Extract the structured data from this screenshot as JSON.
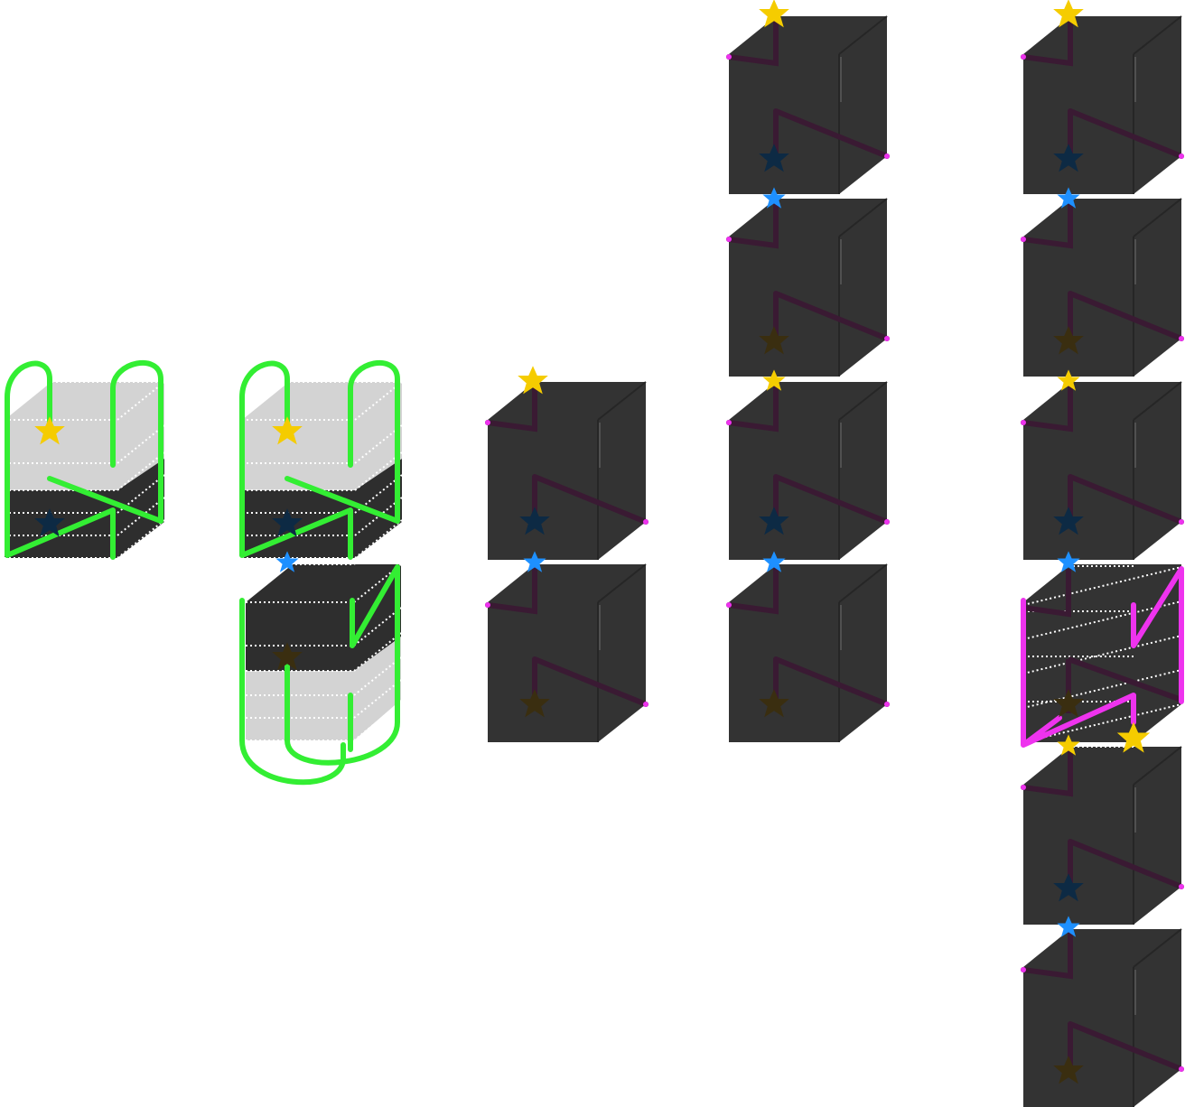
{
  "figure": {
    "colors": {
      "background": "#ffffff",
      "cube_front": "#333333",
      "cube_side": "#2a2a2a",
      "cube_top": "#3a3a3a",
      "unfolded_light": "#d3d3d3",
      "unfolded_dark": "#2e2e2e",
      "dotted_line": "#ffffff",
      "green_path": "#33ee33",
      "magenta_path": "#ee33ee",
      "dark_path": "#3a1a33",
      "star_yellow": "#f5cc00",
      "star_blue": "#1e90ff",
      "star_dark_blue": "#0d2a44",
      "star_dark_yellow": "#3a2e10"
    },
    "panels": [
      {
        "id": "panel-1",
        "kind": "unfolded-cube",
        "cubes": 1
      },
      {
        "id": "panel-2",
        "kind": "unfolded-cube",
        "cubes": 2
      },
      {
        "id": "panel-3",
        "kind": "cube-stack",
        "cubes": 2
      },
      {
        "id": "panel-4",
        "kind": "cube-stack",
        "cubes": 4
      },
      {
        "id": "panel-5",
        "kind": "cube-stack",
        "cubes": 6,
        "highlighted_cube": 4
      }
    ],
    "icons": [
      "star-icon",
      "path-icon",
      "cube-icon"
    ]
  }
}
